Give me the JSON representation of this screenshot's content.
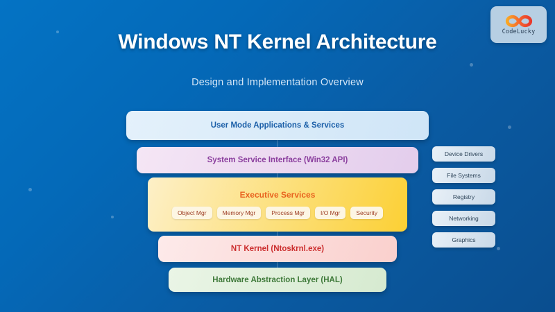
{
  "logo": {
    "name": "CodeLucky",
    "icon": "infinity-loop-icon",
    "gradient_from": "#f9a825",
    "gradient_to": "#e8392c",
    "card_bg": "#b7cfe3"
  },
  "header": {
    "title": "Windows NT Kernel Architecture",
    "subtitle": "Design and Implementation Overview",
    "title_color": "#ffffff",
    "subtitle_color": "#d4e6f7"
  },
  "background": {
    "gradient_from": "#0473c4",
    "gradient_to": "#0a4e8f"
  },
  "layers": [
    {
      "id": "user-mode",
      "label": "User Mode Applications & Services",
      "text_color": "#1b5fa8",
      "bg_from": "#e4f1fb",
      "bg_to": "#cfe5f7"
    },
    {
      "id": "system-service-interface",
      "label": "System Service Interface (Win32 API)",
      "text_color": "#8b3f9e",
      "bg_from": "#f5e6f5",
      "bg_to": "#e3cdec"
    },
    {
      "id": "executive-services",
      "label": "Executive Services",
      "text_color": "#e8621f",
      "bg_from": "#fdf0c8",
      "bg_to": "#fcd034",
      "components": [
        "Object Mgr",
        "Memory Mgr",
        "Process Mgr",
        "I/O Mgr",
        "Security"
      ]
    },
    {
      "id": "nt-kernel",
      "label": "NT Kernel (Ntoskrnl.exe)",
      "text_color": "#cc2f2f",
      "bg_from": "#fdeaea",
      "bg_to": "#fad0cd"
    },
    {
      "id": "hal",
      "label": "Hardware Abstraction Layer (HAL)",
      "text_color": "#3f7a3a",
      "bg_from": "#eaf5e6",
      "bg_to": "#d6ead0"
    }
  ],
  "side_modules": [
    {
      "label": "Device Drivers"
    },
    {
      "label": "File Systems"
    },
    {
      "label": "Registry"
    },
    {
      "label": "Networking"
    },
    {
      "label": "Graphics"
    }
  ]
}
